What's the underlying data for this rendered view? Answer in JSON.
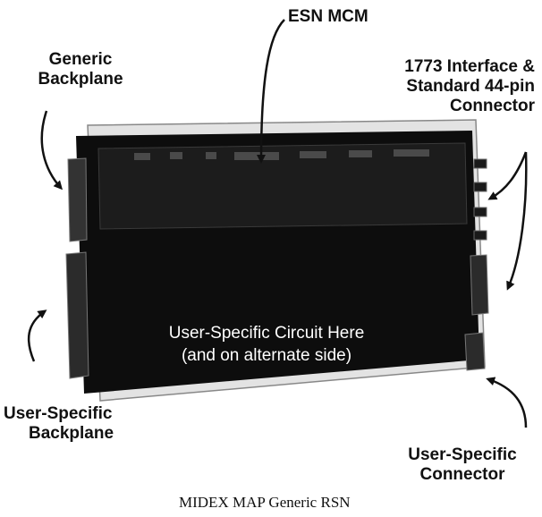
{
  "labels": {
    "esn_mcm": "ESN MCM",
    "generic_backplane": [
      "Generic",
      "Backplane"
    ],
    "interface": [
      "1773 Interface &",
      "Standard 44-pin",
      "Connector"
    ],
    "user_backplane": [
      "User-Specific",
      "Backplane"
    ],
    "user_connector": [
      "User-Specific",
      "Connector"
    ]
  },
  "board": {
    "text": [
      "User-Specific Circuit Here",
      "(and on alternate side)"
    ]
  },
  "caption": "MIDEX MAP Generic RSN",
  "colors": {
    "board": "#0d0d0d",
    "board_frame": "#e2e2e2",
    "text_on_board": "#ffffff",
    "label_text": "#111111"
  }
}
